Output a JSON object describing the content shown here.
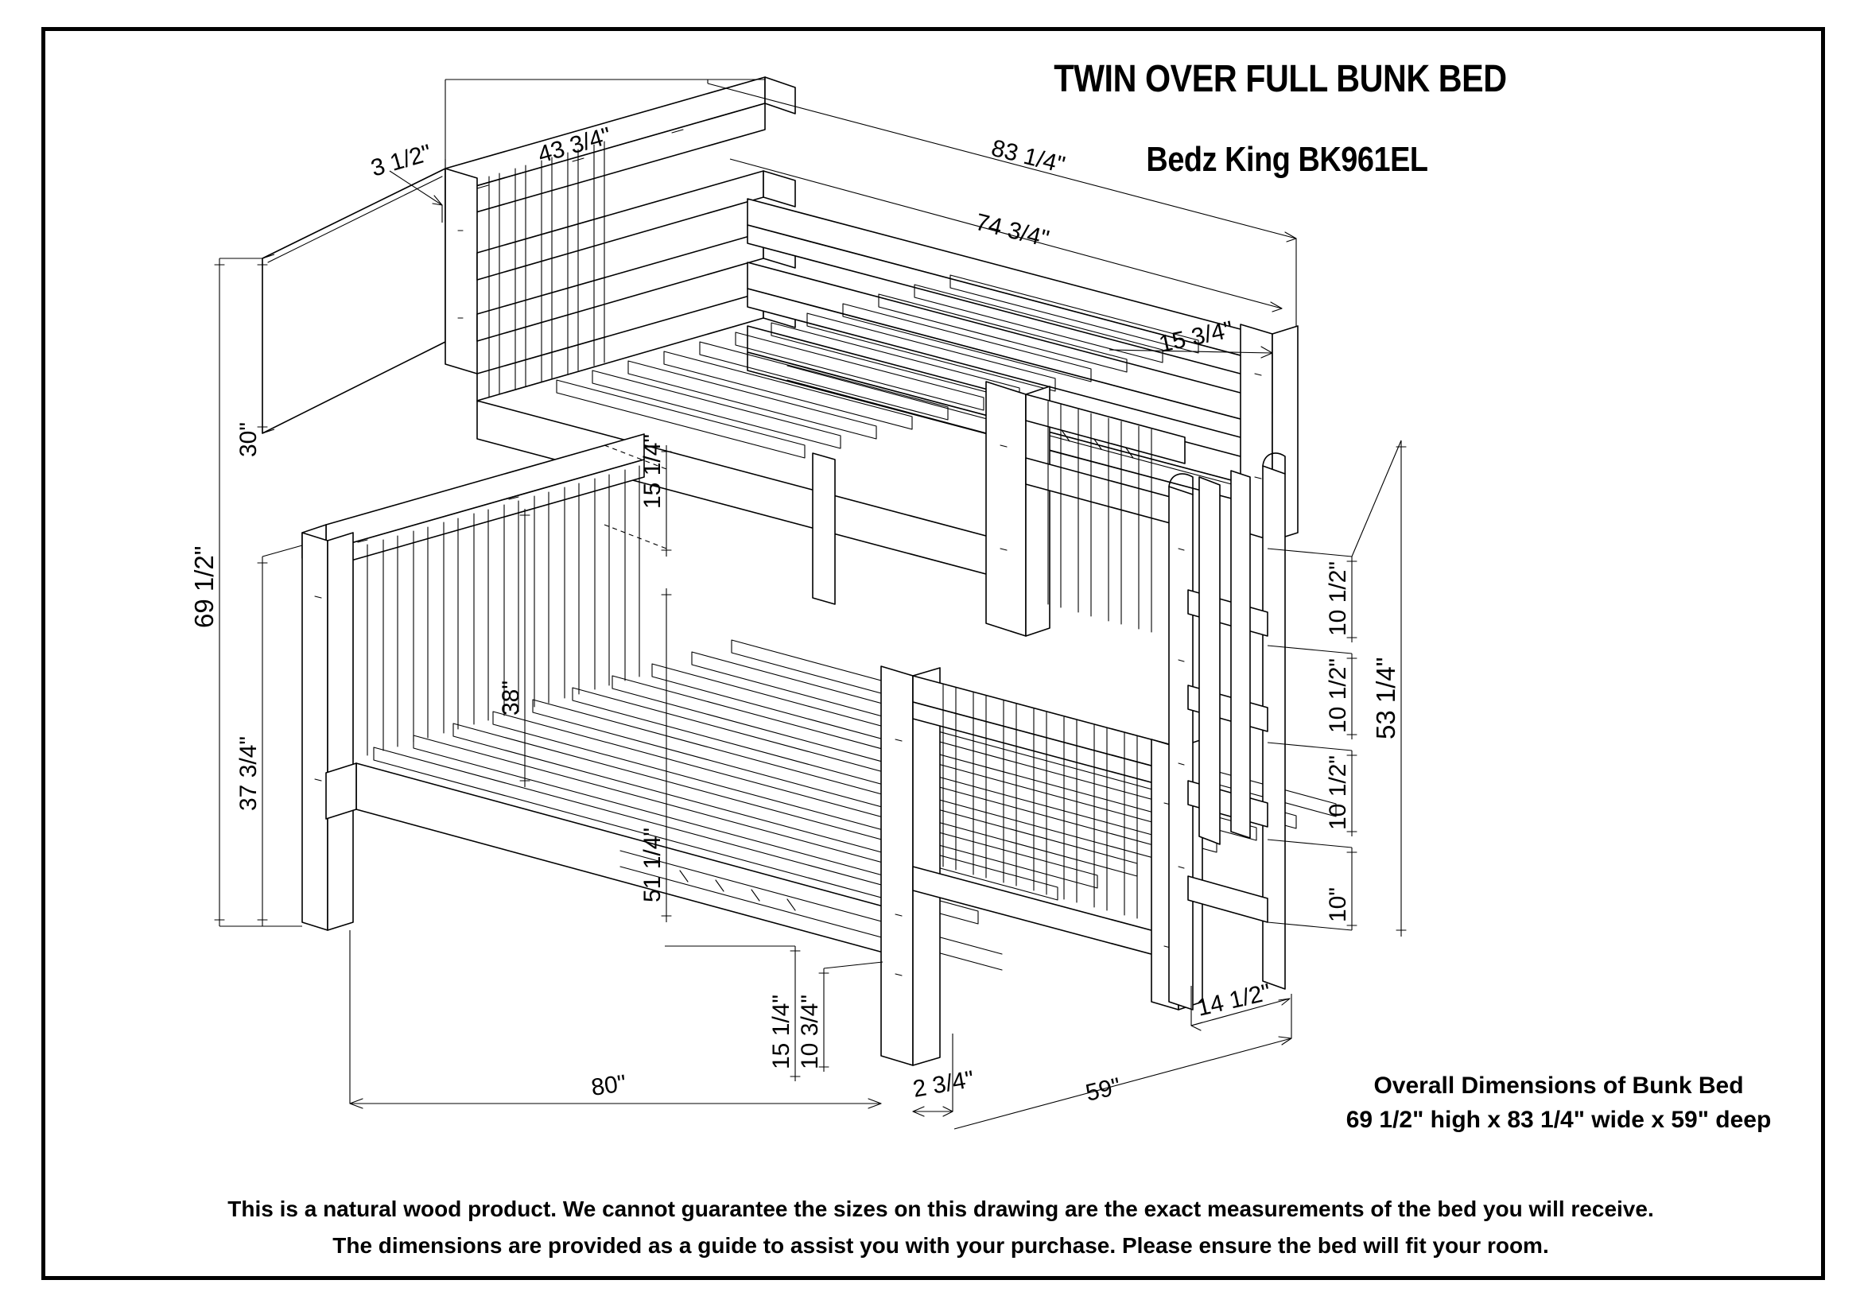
{
  "title": {
    "line1": "TWIN OVER FULL BUNK BED",
    "line2": "Bedz King BK961EL"
  },
  "overall": {
    "heading": "Overall Dimensions of Bunk Bed",
    "value": "69 1/2\" high x 83 1/4\" wide x 59\" deep"
  },
  "disclaimer": {
    "line1": "This is a natural wood product. We cannot guarantee the sizes on this drawing are the exact measurements of the bed you will receive.",
    "line2": "The dimensions are provided as a guide to assist you with your purchase. Please ensure the bed will fit your room."
  },
  "dimensions": {
    "guard_rail_thickness": "3 1/2\"",
    "top_rail_length": "43 3/4\"",
    "overall_width": "83 1/4\"",
    "upper_bed_length": "74 3/4\"",
    "guard_rail_height": "15 3/4\"",
    "upper_headboard_height": "30\"",
    "overall_height": "69 1/2\"",
    "lower_clearance_height": "37 3/4\"",
    "upper_deck_height": "15 1/4\"",
    "lower_headboard_height": "38\"",
    "lower_deck_height": "51 1/4\"",
    "ladder_rung_1": "10 1/2\"",
    "ladder_rung_2": "10 1/2\"",
    "ladder_rung_3": "10 1/2\"",
    "ladder_rung_4": "10\"",
    "ladder_total_height": "53 1/4\"",
    "lower_bed_length": "80\"",
    "lower_rail_height": "15 1/4\"",
    "lower_rail_inner": "10 3/4\"",
    "leg_offset": "2 3/4\"",
    "overall_depth": "59\"",
    "ladder_width": "14 1/2\""
  },
  "colors": {
    "line": "#000000",
    "background": "#ffffff"
  }
}
